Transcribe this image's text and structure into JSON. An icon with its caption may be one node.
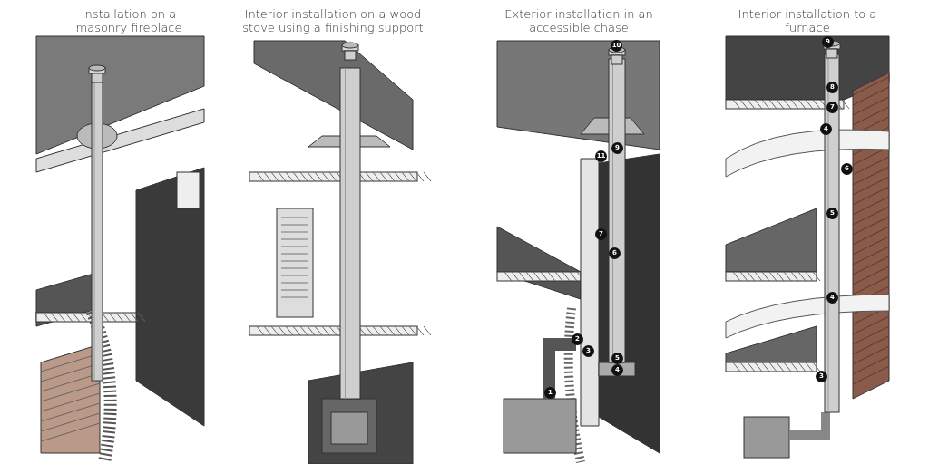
{
  "diagram": {
    "labels": [
      "Installation on a masonry fireplace",
      "Interior installation on a wood stove using a finishing support",
      "Exterior installation in an accessible chase",
      "10",
      "9",
      "11",
      "7",
      "6",
      "2",
      "3",
      "5",
      "4",
      "1",
      "Interior installation to a furnace",
      "9",
      "8",
      "7",
      "4",
      "6",
      "5",
      "4",
      "3"
    ]
  }
}
